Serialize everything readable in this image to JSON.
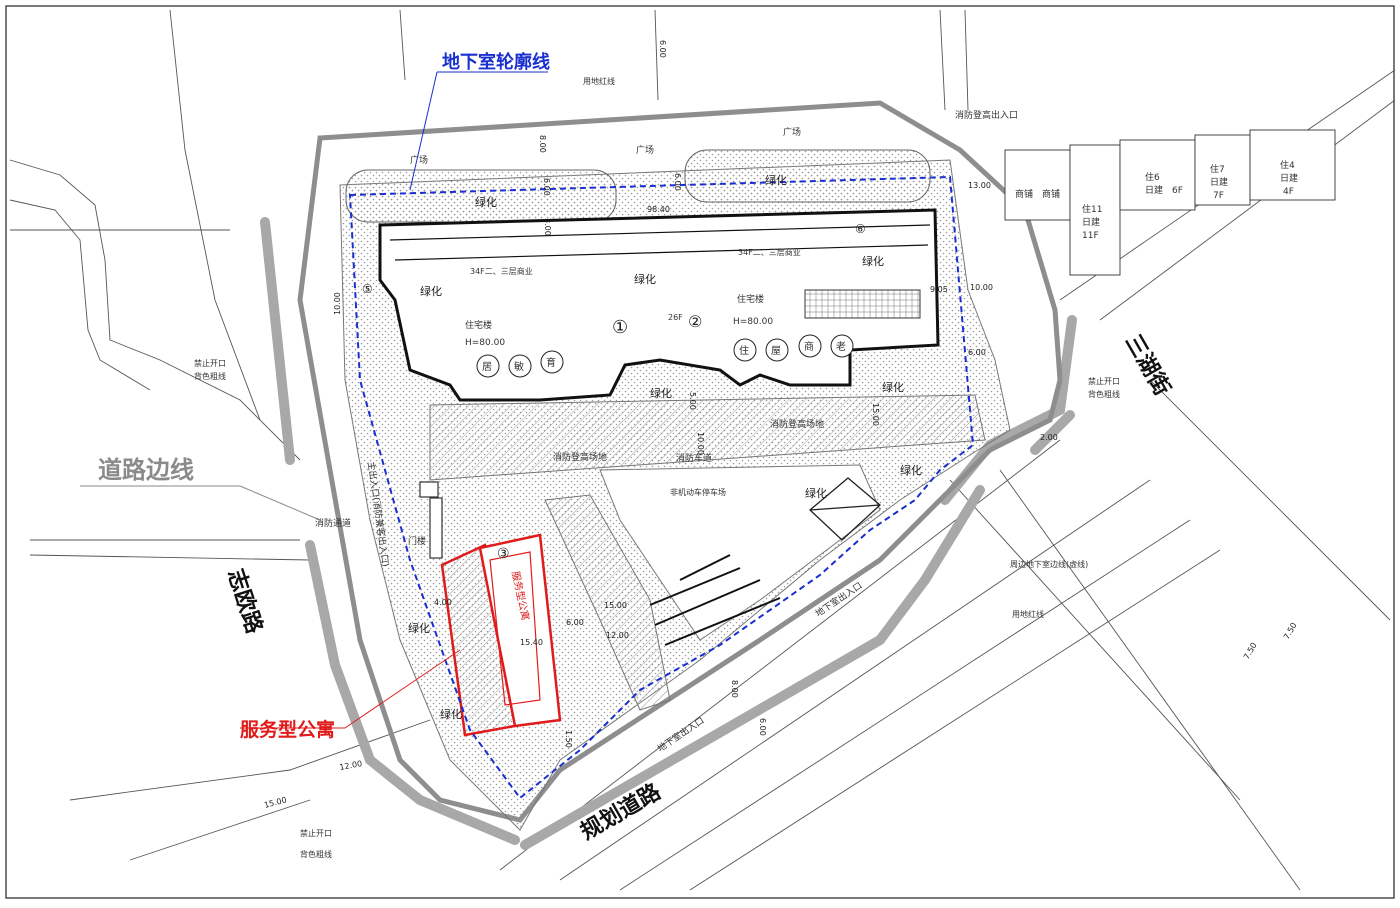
{
  "callouts": {
    "basement_outline": "地下室轮廓线",
    "road_edge": "道路边线",
    "service_apartment": "服务型公寓"
  },
  "streets": {
    "zhiou_road": "志欧路",
    "sanhu_street": "三湖街",
    "planned_road": "规划道路"
  },
  "buildings": {
    "b1_num": "①",
    "b2_num": "②",
    "b3_num": "③",
    "b5_num": "⑤",
    "b6_num": "⑥",
    "residential_1": "住宅楼",
    "residential_2": "住宅楼",
    "height_1": "H=80.00",
    "height_2": "H=80.00",
    "floor_tag": "26F",
    "units_1": "34F二、三层商业",
    "units_2": "34F二、三层商业",
    "b1_chars": [
      "居",
      "敏",
      "育"
    ],
    "b2_chars": [
      "住",
      "屋",
      "商",
      "老"
    ],
    "service_tag": "服务型公寓"
  },
  "labels": {
    "plaza": "广场",
    "greening": "绿化",
    "fire_climb": "消防登高场地",
    "fire_lane": "消防车道",
    "land_line": "用地红线",
    "no_opening": "禁止开口",
    "back_line": "背色粗线",
    "fire_entrance": "消防登高出入口",
    "basement_entrance": "地下室出入口",
    "gate": "门楼",
    "neighbor_basement": "周边地下室边线(虚线)",
    "parking": "非机动车停车场",
    "main_entrance": "主出入口(消防兼客出入口)",
    "fire_access": "消防通道"
  },
  "neighbors": [
    {
      "label": "商铺",
      "floors": ""
    },
    {
      "label": "商铺",
      "floors": ""
    },
    {
      "label": "住11",
      "floors": "11F",
      "mid": "日建"
    },
    {
      "label": "住6",
      "floors": "6F",
      "mid": "日建"
    },
    {
      "label": "住7",
      "floors": "7F",
      "mid": "日建"
    },
    {
      "label": "住4",
      "floors": "4F",
      "mid": "日建"
    }
  ],
  "dimensions": {
    "d1": "8.00",
    "d2": "6.00",
    "d3": "6.00",
    "d4": "98.40",
    "d5": "3.00",
    "d6": "13.00",
    "d7": "10.00",
    "d8": "6.00",
    "d9": "10.00",
    "d10": "5.00",
    "d11": "15.00",
    "d12": "15.00",
    "d13": "10.00",
    "d14": "15.40",
    "d15": "12.00",
    "d16": "6.00",
    "d17": "4.00",
    "d18": "1.50",
    "d19": "8.00",
    "d20": "6.00",
    "d21": "7.50",
    "d22": "7.50",
    "d23": "12.00",
    "d24": "9.05",
    "d25": "15.00",
    "d26": "6.00",
    "d27": "2.00"
  }
}
